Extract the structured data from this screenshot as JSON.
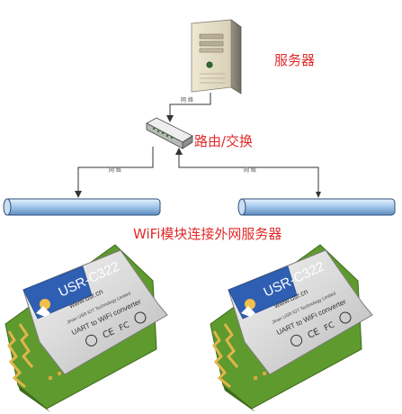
{
  "labels": {
    "server": "服务器",
    "router": "路由/交换",
    "caption": "WiFi模块连接外网服务器",
    "link_tag": "网 络"
  },
  "modules": [
    {
      "model": "USR-C322",
      "website": "www.usr.cn",
      "maker": "Jinan USR IOT Technology Limited",
      "function": "UART to WiFi converter"
    },
    {
      "model": "USR-C322",
      "website": "www.usr.cn",
      "maker": "Jinan USR IOT Technology Limited",
      "function": "UART to WiFi converter"
    }
  ],
  "colors": {
    "label_red": "#e02a2a",
    "pcb_green": "#5f9a2e",
    "shield_silver": "#dcdcdc",
    "sticker_blue": "#2f5fb3",
    "antenna_gold": "#e0b54a",
    "pipe_blue": "#9ac0e8"
  }
}
